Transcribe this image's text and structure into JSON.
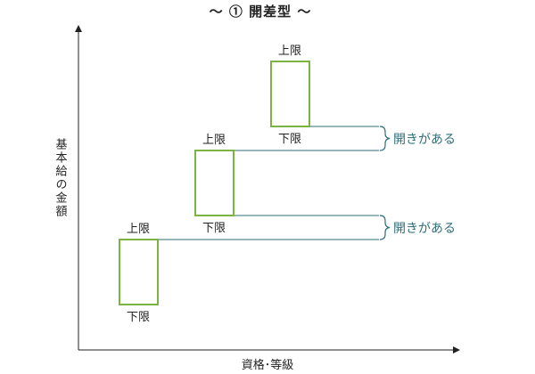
{
  "title": "～ ① 開差型 ～",
  "y_axis_label": "基本給の金額",
  "x_axis_label": "資格･等級",
  "upper_label": "上限",
  "lower_label": "下限",
  "gap_label": "開きがある",
  "colors": {
    "box": "#7cb342",
    "connector": "#2e6e78",
    "gap_text": "#2e6e78",
    "axis": "#222222"
  }
}
